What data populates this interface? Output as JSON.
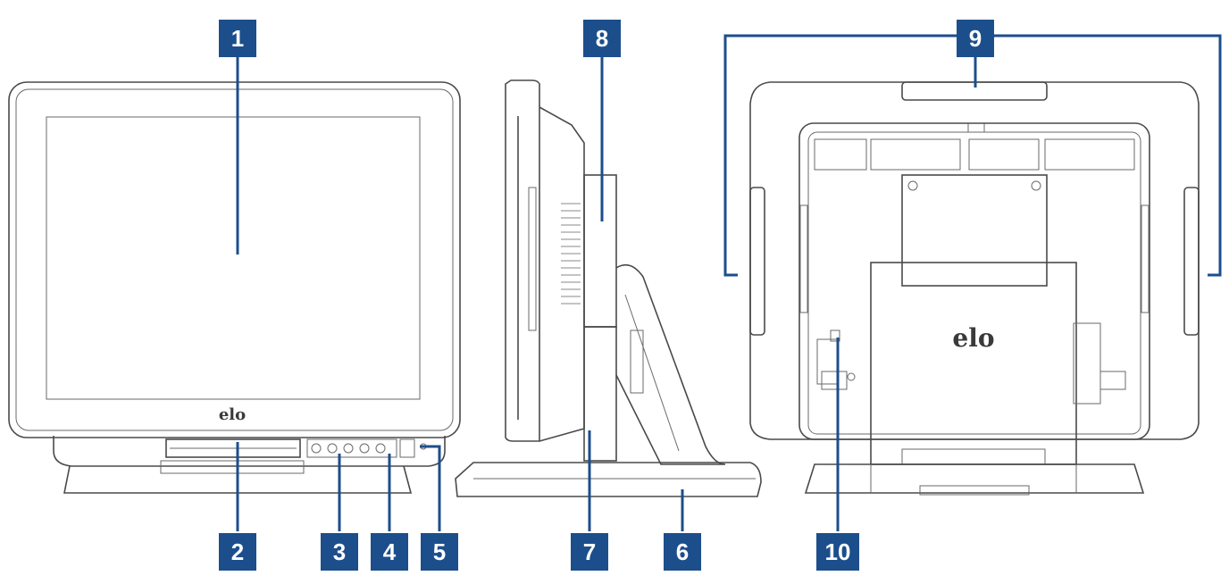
{
  "callouts": [
    {
      "id": "1",
      "label": "1"
    },
    {
      "id": "2",
      "label": "2"
    },
    {
      "id": "3",
      "label": "3"
    },
    {
      "id": "4",
      "label": "4"
    },
    {
      "id": "5",
      "label": "5"
    },
    {
      "id": "6",
      "label": "6"
    },
    {
      "id": "7",
      "label": "7"
    },
    {
      "id": "8",
      "label": "8"
    },
    {
      "id": "9",
      "label": "9"
    },
    {
      "id": "10",
      "label": "10"
    }
  ],
  "logo": {
    "front": "elo",
    "rear": "elo"
  },
  "colors": {
    "badge": "#1c4e8c",
    "outline": "#4a4a4a",
    "badge_text": "#ffffff"
  }
}
